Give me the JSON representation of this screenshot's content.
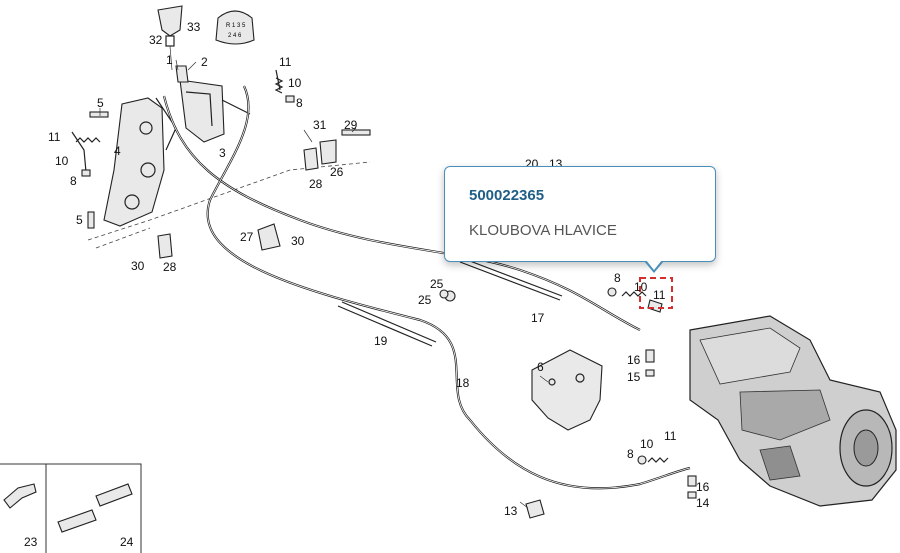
{
  "tooltip": {
    "part_number": "500022365",
    "description": "KLOUBOVA HLAVICE"
  },
  "callouts": {
    "c1": "1",
    "c2": "2",
    "c3": "3",
    "c4": "4",
    "c5a": "5",
    "c5b": "5",
    "c6": "6",
    "c8a": "8",
    "c8b": "8",
    "c8c": "8",
    "c8d": "8",
    "c10a": "10",
    "c10b": "10",
    "c10c": "10",
    "c10d": "10",
    "c11a": "11",
    "c11b": "11",
    "c11c": "11",
    "c11d": "11",
    "c13a": "13",
    "c13b": "13",
    "c14": "14",
    "c15": "15",
    "c16a": "16",
    "c16b": "16",
    "c17": "17",
    "c18": "18",
    "c19": "19",
    "c20": "20",
    "c23": "23",
    "c24": "24",
    "c25a": "25",
    "c25b": "25",
    "c26": "26",
    "c27": "27",
    "c28a": "28",
    "c28b": "28",
    "c29": "29",
    "c30a": "30",
    "c30b": "30",
    "c31": "31",
    "c32": "32",
    "c33": "33"
  },
  "shift_pattern": {
    "top": "R 1 3 5",
    "bottom": "2 4 6"
  },
  "colors": {
    "tooltip_border": "#4a8fb8",
    "part_number": "#1f5f87",
    "hotspot": "#d32f2f"
  },
  "icons": {
    "hotspot": "dashed-selection-box"
  }
}
